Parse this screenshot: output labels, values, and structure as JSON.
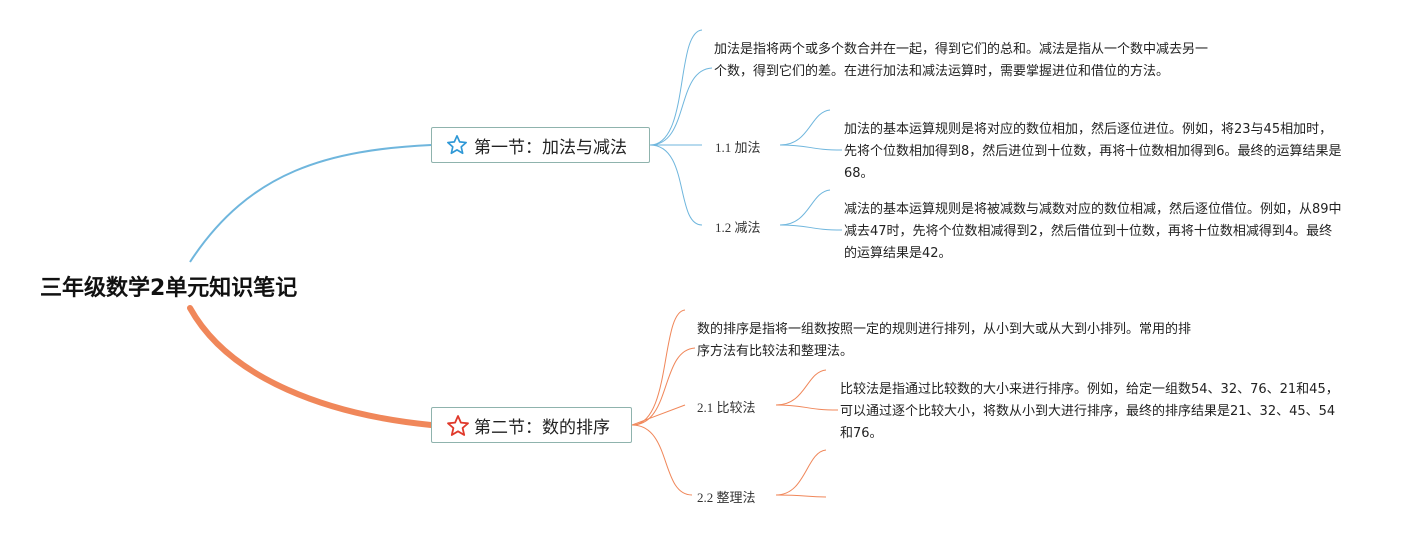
{
  "root": {
    "title": "三年级数学2单元知识笔记"
  },
  "colors": {
    "blue_branch": "#6fb6dd",
    "orange_branch": "#f0875a",
    "star_blue": "#2f98d6",
    "star_red": "#e0392b"
  },
  "sections": [
    {
      "title": "第一节：加法与减法",
      "icon": "star-outline-icon",
      "intro": "加法是指将两个或多个数合并在一起，得到它们的总和。减法是指从一个数中减去另一个数，得到它们的差。在进行加法和减法运算时，需要掌握进位和借位的方法。",
      "items": [
        {
          "label": "1.1 加法",
          "text": "加法的基本运算规则是将对应的数位相加，然后逐位进位。例如，将23与45相加时，先将个位数相加得到8，然后进位到十位数，再将十位数相加得到6。最终的运算结果是68。"
        },
        {
          "label": "1.2 减法",
          "text": "减法的基本运算规则是将被减数与减数对应的数位相减，然后逐位借位。例如，从89中减去47时，先将个位数相减得到2，然后借位到十位数，再将十位数相减得到4。最终的运算结果是42。"
        }
      ]
    },
    {
      "title": "第二节：数的排序",
      "icon": "star-outline-icon",
      "intro": "数的排序是指将一组数按照一定的规则进行排列，从小到大或从大到小排列。常用的排序方法有比较法和整理法。",
      "items": [
        {
          "label": "2.1 比较法",
          "text": "比较法是指通过比较数的大小来进行排序。例如，给定一组数54、32、76、21和45，可以通过逐个比较大小，将数从小到大进行排序，最终的排序结果是21、32、45、54和76。"
        },
        {
          "label": "2.2 整理法",
          "text": ""
        }
      ]
    }
  ]
}
